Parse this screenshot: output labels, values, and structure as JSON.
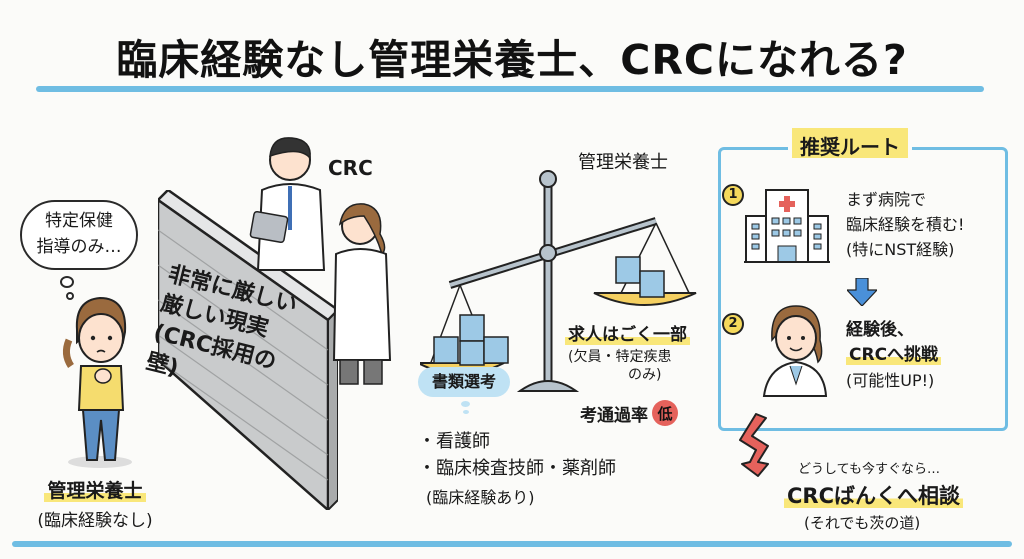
{
  "title": "臨床経験なし管理栄養士、CRCになれる?",
  "left": {
    "thought_bubble": [
      "特定保健",
      "指導のみ…"
    ],
    "person_label": "管理栄養士",
    "person_sub": "(臨床経験なし)"
  },
  "wall": {
    "text": [
      "非常に厳しい",
      "厳しい現実",
      "(CRC採用の壁)"
    ],
    "crc_label": "CRC"
  },
  "scale": {
    "label": "管理栄養士",
    "doc_screening": "書類選考",
    "jobs_label": "求人はごく一部",
    "jobs_sub": [
      "(欠員・特定疾患",
      "のみ)"
    ],
    "pass_rate_label": "考通過率",
    "pass_rate_badge": "低",
    "competitors": [
      "・看護師",
      "・臨床検査技師・薬剤師"
    ],
    "competitors_sub": "(臨床経験あり)"
  },
  "route": {
    "title": "推奨ルート",
    "steps": [
      {
        "num": "1",
        "lines": [
          "まず病院で",
          "臨床経験を積む!",
          "(特にNST経験)"
        ]
      },
      {
        "num": "2",
        "lines": [
          "経験後、",
          "CRCへ挑戦",
          "(可能性UP!)"
        ]
      }
    ],
    "fallback_pre": "どうしても今すぐなら…",
    "fallback_main": "CRCばんくへ相談",
    "fallback_sub": "(それでも茨の道)"
  },
  "colors": {
    "accent_blue": "#6fbde3",
    "highlight_yellow": "#f9e77a",
    "low_badge_red": "#e5625c",
    "arrow_red": "#e5625c",
    "wall_gray": "#c9cbcc"
  }
}
